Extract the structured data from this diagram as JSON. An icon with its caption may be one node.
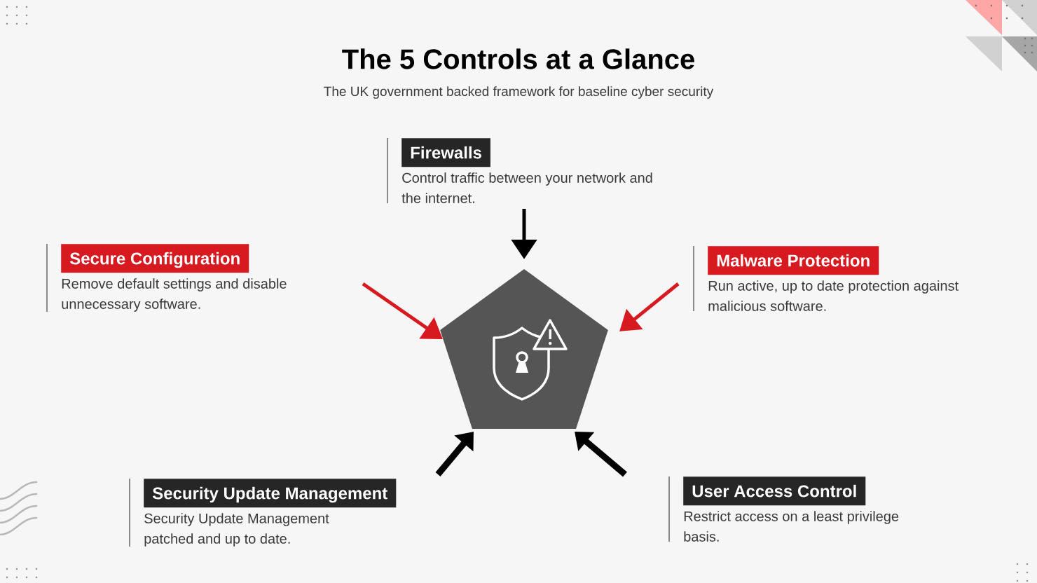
{
  "diagram": {
    "title": "The 5 Controls at a Glance",
    "nodes": [
      {
        "text": [],
        "shape": "pentagon"
      },
      {
        "text": [
          "Firewalls",
          "Control traffic between your network and the internet."
        ]
      },
      {
        "text": [
          "Secure Configuration",
          "Remove default settings and disable unnecessary software."
        ]
      },
      {
        "text": [
          "Malware Protection",
          "Run active, up to date protection against malicious software."
        ]
      },
      {
        "text": [
          "Security Update Management",
          "Security Update Management patched and up to date."
        ]
      },
      {
        "text": [
          "User Access Control",
          "Restrict access on a least privilege basis."
        ]
      }
    ],
    "edges": [
      {
        "from": 1,
        "to": 0,
        "arrow": "to"
      },
      {
        "from": null,
        "to": 0,
        "arrow": "to",
        "color": "#d71920"
      },
      {
        "from": 3,
        "to": 0,
        "arrow": "to",
        "color": "#d71920"
      },
      {
        "from": null,
        "to": 0,
        "arrow": "to",
        "style": "thick"
      },
      {
        "from": null,
        "to": 0,
        "arrow": "to",
        "style": "thick"
      }
    ],
    "labels": [
      "The UK government backed framework for baseline cyber security"
    ]
  }
}
